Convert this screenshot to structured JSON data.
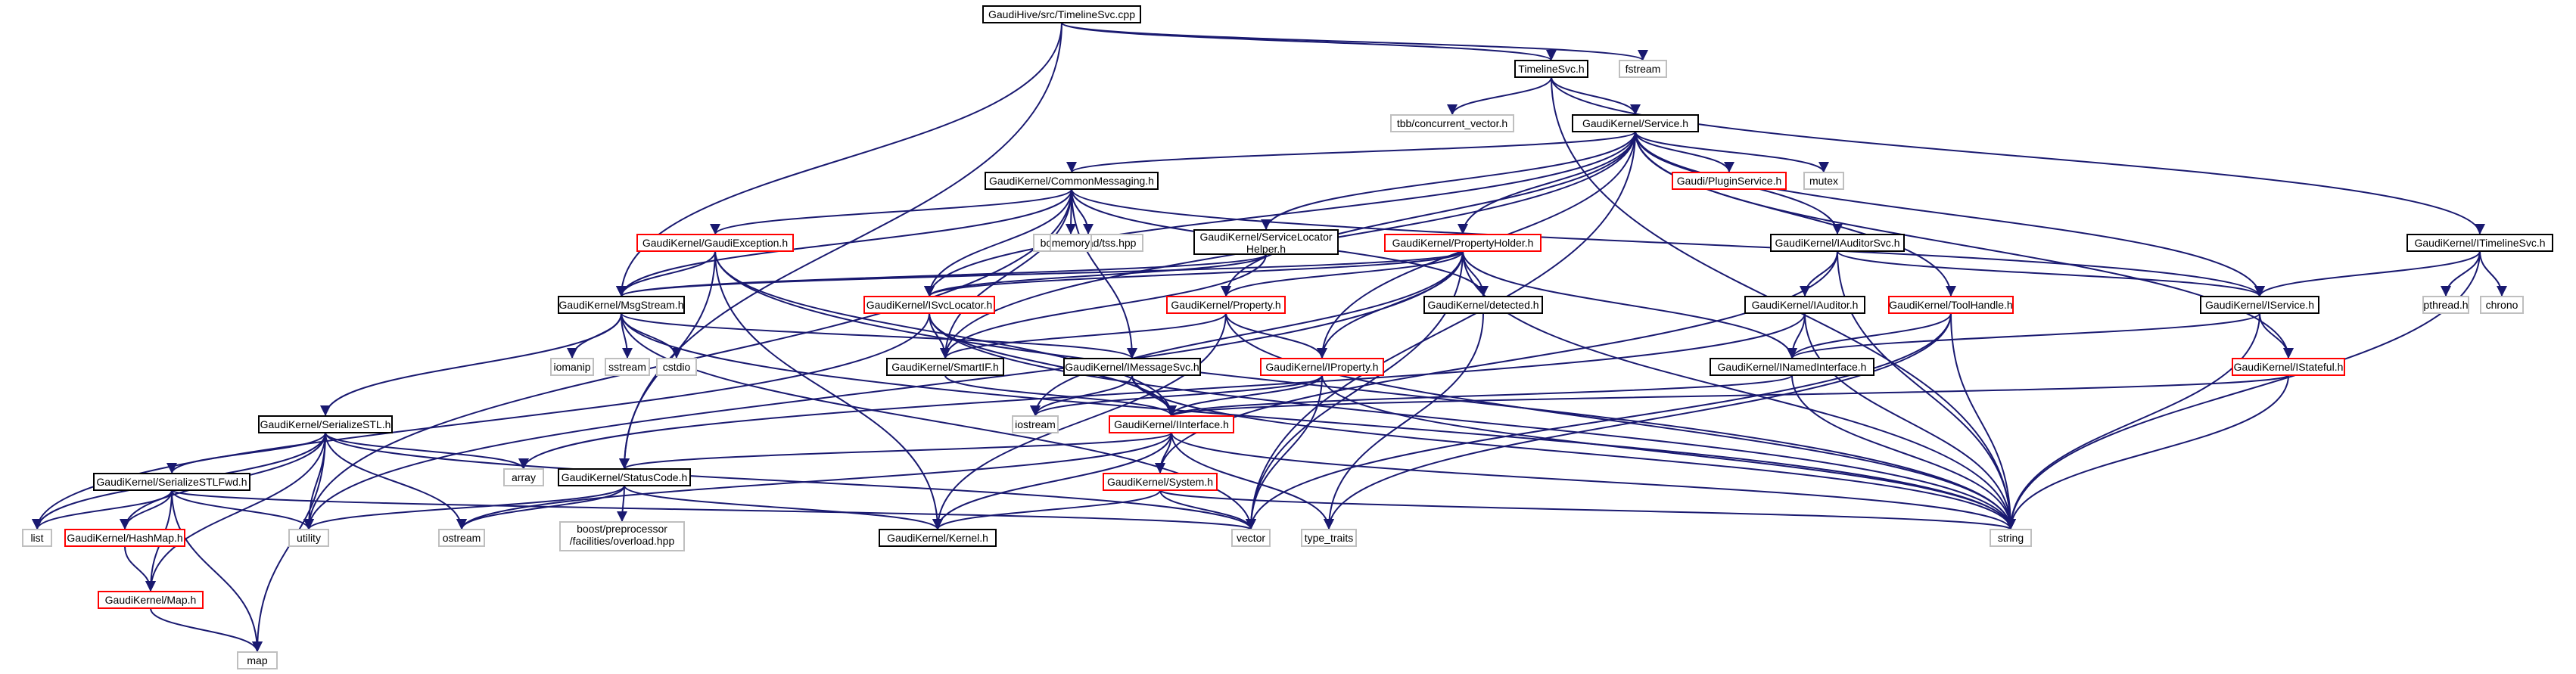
{
  "colors": {
    "edge": "#191970",
    "root_fill": "#bfbfbf",
    "root_border": "#000000",
    "documented_border": "#000000",
    "truncated_border": "#ff0000",
    "external_border": "#bfbfbf",
    "text": "#000000"
  },
  "nodes": [
    {
      "id": "root",
      "label": "GaudiHive/src/TimelineSvc.cpp",
      "kind": "root"
    },
    {
      "id": "timelinesvc_h",
      "label": "TimelineSvc.h",
      "kind": "documented"
    },
    {
      "id": "fstream",
      "label": "fstream",
      "kind": "external"
    },
    {
      "id": "concurrent_vector",
      "label": "tbb/concurrent_vector.h",
      "kind": "external"
    },
    {
      "id": "service_h",
      "label": "GaudiKernel/Service.h",
      "kind": "documented"
    },
    {
      "id": "itimelinesvc_h",
      "label": "GaudiKernel/ITimelineSvc.h",
      "kind": "documented"
    },
    {
      "id": "commonmessaging_h",
      "label": "GaudiKernel/CommonMessaging.h",
      "kind": "documented"
    },
    {
      "id": "pluginservice_h",
      "label": "Gaudi/PluginService.h",
      "kind": "truncated"
    },
    {
      "id": "mutex",
      "label": "mutex",
      "kind": "external"
    },
    {
      "id": "gaudiexception_h",
      "label": "GaudiKernel/GaudiException.h",
      "kind": "truncated"
    },
    {
      "id": "threadtss",
      "label": "boost/thread/tss.hpp",
      "kind": "external"
    },
    {
      "id": "memory",
      "label": "memory",
      "kind": "external"
    },
    {
      "id": "servicelocatorhelper_h",
      "label": "GaudiKernel/ServiceLocator",
      "label2": "Helper.h",
      "kind": "documented"
    },
    {
      "id": "propertyholder_h",
      "label": "GaudiKernel/PropertyHolder.h",
      "kind": "truncated"
    },
    {
      "id": "iauditorsvc_h",
      "label": "GaudiKernel/IAuditorSvc.h",
      "kind": "documented"
    },
    {
      "id": "msgstream_h",
      "label": "GaudiKernel/MsgStream.h",
      "kind": "documented"
    },
    {
      "id": "isvclocator_h",
      "label": "GaudiKernel/ISvcLocator.h",
      "kind": "truncated"
    },
    {
      "id": "property_h",
      "label": "GaudiKernel/Property.h",
      "kind": "truncated"
    },
    {
      "id": "detected_h",
      "label": "GaudiKernel/detected.h",
      "kind": "documented"
    },
    {
      "id": "iauditor_h",
      "label": "GaudiKernel/IAuditor.h",
      "kind": "documented"
    },
    {
      "id": "toolhandle_h",
      "label": "GaudiKernel/ToolHandle.h",
      "kind": "truncated"
    },
    {
      "id": "iservice_h",
      "label": "GaudiKernel/IService.h",
      "kind": "documented"
    },
    {
      "id": "pthread_h",
      "label": "pthread.h",
      "kind": "external"
    },
    {
      "id": "chrono",
      "label": "chrono",
      "kind": "external"
    },
    {
      "id": "iomanip",
      "label": "iomanip",
      "kind": "external"
    },
    {
      "id": "sstream",
      "label": "sstream",
      "kind": "external"
    },
    {
      "id": "cstdio",
      "label": "cstdio",
      "kind": "external"
    },
    {
      "id": "smartif_h",
      "label": "GaudiKernel/SmartIF.h",
      "kind": "documented"
    },
    {
      "id": "imessagesvc_h",
      "label": "GaudiKernel/IMessageSvc.h",
      "kind": "documented"
    },
    {
      "id": "iproperty_h",
      "label": "GaudiKernel/IProperty.h",
      "kind": "truncated"
    },
    {
      "id": "inamedinterface_h",
      "label": "GaudiKernel/INamedInterface.h",
      "kind": "documented"
    },
    {
      "id": "istateful_h",
      "label": "GaudiKernel/IStateful.h",
      "kind": "truncated"
    },
    {
      "id": "serializestl_h",
      "label": "GaudiKernel/SerializeSTL.h",
      "kind": "documented"
    },
    {
      "id": "iostream",
      "label": "iostream",
      "kind": "external"
    },
    {
      "id": "iinterface_h",
      "label": "GaudiKernel/IInterface.h",
      "kind": "truncated"
    },
    {
      "id": "array",
      "label": "array",
      "kind": "external"
    },
    {
      "id": "statuscode_h",
      "label": "GaudiKernel/StatusCode.h",
      "kind": "documented"
    },
    {
      "id": "serializestlfwd_h",
      "label": "GaudiKernel/SerializeSTLFwd.h",
      "kind": "documented"
    },
    {
      "id": "system_h",
      "label": "GaudiKernel/System.h",
      "kind": "truncated"
    },
    {
      "id": "list",
      "label": "list",
      "kind": "external"
    },
    {
      "id": "hashmap_h",
      "label": "GaudiKernel/HashMap.h",
      "kind": "truncated"
    },
    {
      "id": "utility",
      "label": "utility",
      "kind": "external"
    },
    {
      "id": "ostream",
      "label": "ostream",
      "kind": "external"
    },
    {
      "id": "overload",
      "label": "boost/preprocessor",
      "label2": "/facilities/overload.hpp",
      "kind": "external"
    },
    {
      "id": "kernel_h",
      "label": "GaudiKernel/Kernel.h",
      "kind": "documented"
    },
    {
      "id": "vector",
      "label": "vector",
      "kind": "external"
    },
    {
      "id": "type_traits",
      "label": "type_traits",
      "kind": "external"
    },
    {
      "id": "string",
      "label": "string",
      "kind": "external"
    },
    {
      "id": "map_h",
      "label": "GaudiKernel/Map.h",
      "kind": "truncated"
    },
    {
      "id": "map",
      "label": "map",
      "kind": "external"
    }
  ],
  "edges": [
    [
      "root",
      "timelinesvc_h"
    ],
    [
      "root",
      "fstream"
    ],
    [
      "root",
      "msgstream_h"
    ],
    [
      "root",
      "statuscode_h"
    ],
    [
      "timelinesvc_h",
      "concurrent_vector"
    ],
    [
      "timelinesvc_h",
      "service_h"
    ],
    [
      "timelinesvc_h",
      "itimelinesvc_h"
    ],
    [
      "timelinesvc_h",
      "string"
    ],
    [
      "service_h",
      "commonmessaging_h"
    ],
    [
      "service_h",
      "pluginservice_h"
    ],
    [
      "service_h",
      "mutex"
    ],
    [
      "service_h",
      "servicelocatorhelper_h"
    ],
    [
      "service_h",
      "propertyholder_h"
    ],
    [
      "service_h",
      "iauditorsvc_h"
    ],
    [
      "service_h",
      "toolhandle_h"
    ],
    [
      "service_h",
      "iservice_h"
    ],
    [
      "service_h",
      "istateful_h"
    ],
    [
      "service_h",
      "isvclocator_h"
    ],
    [
      "service_h",
      "property_h"
    ],
    [
      "service_h",
      "iproperty_h"
    ],
    [
      "service_h",
      "smartif_h"
    ],
    [
      "service_h",
      "vector"
    ],
    [
      "itimelinesvc_h",
      "iservice_h"
    ],
    [
      "itimelinesvc_h",
      "pthread_h"
    ],
    [
      "itimelinesvc_h",
      "chrono"
    ],
    [
      "itimelinesvc_h",
      "string"
    ],
    [
      "commonmessaging_h",
      "gaudiexception_h"
    ],
    [
      "commonmessaging_h",
      "threadtss"
    ],
    [
      "commonmessaging_h",
      "memory"
    ],
    [
      "commonmessaging_h",
      "msgstream_h"
    ],
    [
      "commonmessaging_h",
      "imessagesvc_h"
    ],
    [
      "commonmessaging_h",
      "isvclocator_h"
    ],
    [
      "commonmessaging_h",
      "smartif_h"
    ],
    [
      "commonmessaging_h",
      "iservice_h"
    ],
    [
      "commonmessaging_h",
      "detected_h"
    ],
    [
      "commonmessaging_h",
      "utility"
    ],
    [
      "gaudiexception_h",
      "msgstream_h"
    ],
    [
      "gaudiexception_h",
      "statuscode_h"
    ],
    [
      "gaudiexception_h",
      "iinterface_h"
    ],
    [
      "gaudiexception_h",
      "kernel_h"
    ],
    [
      "gaudiexception_h",
      "string"
    ],
    [
      "servicelocatorhelper_h",
      "msgstream_h"
    ],
    [
      "servicelocatorhelper_h",
      "isvclocator_h"
    ],
    [
      "servicelocatorhelper_h",
      "smartif_h"
    ],
    [
      "propertyholder_h",
      "property_h"
    ],
    [
      "propertyholder_h",
      "iproperty_h"
    ],
    [
      "propertyholder_h",
      "detected_h"
    ],
    [
      "propertyholder_h",
      "msgstream_h"
    ],
    [
      "propertyholder_h",
      "inamedinterface_h"
    ],
    [
      "propertyholder_h",
      "isvclocator_h"
    ],
    [
      "propertyholder_h",
      "iostream"
    ],
    [
      "propertyholder_h",
      "vector"
    ],
    [
      "propertyholder_h",
      "string"
    ],
    [
      "propertyholder_h",
      "utility"
    ],
    [
      "iauditorsvc_h",
      "iauditor_h"
    ],
    [
      "iauditorsvc_h",
      "iservice_h"
    ],
    [
      "iauditorsvc_h",
      "system_h"
    ],
    [
      "iauditorsvc_h",
      "string"
    ],
    [
      "msgstream_h",
      "iomanip"
    ],
    [
      "msgstream_h",
      "sstream"
    ],
    [
      "msgstream_h",
      "cstdio"
    ],
    [
      "msgstream_h",
      "serializestl_h"
    ],
    [
      "msgstream_h",
      "imessagesvc_h"
    ],
    [
      "msgstream_h",
      "string"
    ],
    [
      "msgstream_h",
      "vector"
    ],
    [
      "isvclocator_h",
      "smartif_h"
    ],
    [
      "isvclocator_h",
      "iinterface_h"
    ],
    [
      "isvclocator_h",
      "list"
    ],
    [
      "isvclocator_h",
      "string"
    ],
    [
      "property_h",
      "iproperty_h"
    ],
    [
      "property_h",
      "smartif_h"
    ],
    [
      "property_h",
      "kernel_h"
    ],
    [
      "property_h",
      "string"
    ],
    [
      "detected_h",
      "type_traits"
    ],
    [
      "iauditor_h",
      "inamedinterface_h"
    ],
    [
      "iauditor_h",
      "array"
    ],
    [
      "iauditor_h",
      "string"
    ],
    [
      "toolhandle_h",
      "inamedinterface_h"
    ],
    [
      "toolhandle_h",
      "vector"
    ],
    [
      "toolhandle_h",
      "type_traits"
    ],
    [
      "toolhandle_h",
      "string"
    ],
    [
      "iservice_h",
      "inamedinterface_h"
    ],
    [
      "iservice_h",
      "istateful_h"
    ],
    [
      "iservice_h",
      "string"
    ],
    [
      "smartif_h",
      "iinterface_h"
    ],
    [
      "imessagesvc_h",
      "iinterface_h"
    ],
    [
      "imessagesvc_h",
      "iostream"
    ],
    [
      "imessagesvc_h",
      "string"
    ],
    [
      "iproperty_h",
      "iinterface_h"
    ],
    [
      "iproperty_h",
      "iostream"
    ],
    [
      "iproperty_h",
      "vector"
    ],
    [
      "iproperty_h",
      "string"
    ],
    [
      "inamedinterface_h",
      "iinterface_h"
    ],
    [
      "inamedinterface_h",
      "string"
    ],
    [
      "istateful_h",
      "iinterface_h"
    ],
    [
      "istateful_h",
      "string"
    ],
    [
      "serializestl_h",
      "serializestlfwd_h"
    ],
    [
      "serializestl_h",
      "hashmap_h"
    ],
    [
      "serializestl_h",
      "map_h"
    ],
    [
      "serializestl_h",
      "array"
    ],
    [
      "serializestl_h",
      "list"
    ],
    [
      "serializestl_h",
      "utility"
    ],
    [
      "serializestl_h",
      "ostream"
    ],
    [
      "serializestl_h",
      "map"
    ],
    [
      "serializestl_h",
      "vector"
    ],
    [
      "iinterface_h",
      "statuscode_h"
    ],
    [
      "iinterface_h",
      "system_h"
    ],
    [
      "iinterface_h",
      "kernel_h"
    ],
    [
      "iinterface_h",
      "ostream"
    ],
    [
      "iinterface_h",
      "type_traits"
    ],
    [
      "iinterface_h",
      "string"
    ],
    [
      "statuscode_h",
      "overload"
    ],
    [
      "statuscode_h",
      "kernel_h"
    ],
    [
      "statuscode_h",
      "ostream"
    ],
    [
      "statuscode_h",
      "utility"
    ],
    [
      "serializestlfwd_h",
      "hashmap_h"
    ],
    [
      "serializestlfwd_h",
      "map_h"
    ],
    [
      "serializestlfwd_h",
      "list"
    ],
    [
      "serializestlfwd_h",
      "utility"
    ],
    [
      "serializestlfwd_h",
      "map"
    ],
    [
      "serializestlfwd_h",
      "vector"
    ],
    [
      "system_h",
      "kernel_h"
    ],
    [
      "system_h",
      "vector"
    ],
    [
      "system_h",
      "string"
    ],
    [
      "hashmap_h",
      "map_h"
    ],
    [
      "map_h",
      "map"
    ]
  ]
}
